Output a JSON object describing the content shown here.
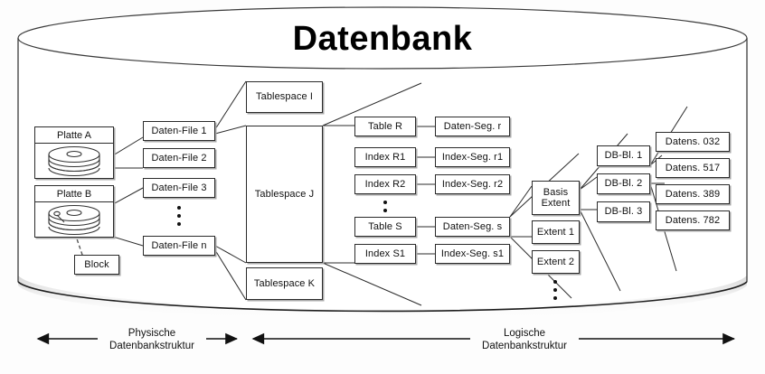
{
  "diagram": {
    "title": "Datenbank",
    "physical": {
      "disks": [
        {
          "name": "Platte A",
          "icon": "disk-stack-icon"
        },
        {
          "name": "Platte B",
          "icon": "disk-stack-icon"
        }
      ],
      "block_label": "Block",
      "data_files": [
        "Daten-File 1",
        "Daten-File 2",
        "Daten-File 3",
        "Daten-File n"
      ],
      "data_files_ellipsis": "vertical-dots"
    },
    "tablespaces": [
      "Tablespace I",
      "Tablespace J",
      "Tablespace K"
    ],
    "objects": [
      "Table R",
      "Index R1",
      "Index R2",
      "Table S",
      "Index S1"
    ],
    "segments": [
      "Daten-Seg. r",
      "Index-Seg. r1",
      "Index-Seg. r2",
      "Daten-Seg. s",
      "Index-Seg. s1"
    ],
    "extents": [
      "Basis Extent",
      "Extent 1",
      "Extent 2"
    ],
    "extents_first_line": "Basis",
    "extents_second_line": "Extent",
    "blocks": [
      "DB-Bl. 1",
      "DB-Bl. 2",
      "DB-Bl. 3"
    ],
    "records": [
      "Datens. 032",
      "Datens. 517",
      "Datens. 389",
      "Datens. 782"
    ],
    "axes": [
      {
        "line1": "Physische",
        "line2": "Datenbankstruktur"
      },
      {
        "line1": "Logische",
        "line2": "Datenbankstruktur"
      }
    ],
    "colors": {
      "stroke": "#2b2b2b",
      "shadow": "#a8a8a8",
      "text": "#101010",
      "background": "#ffffff"
    }
  }
}
